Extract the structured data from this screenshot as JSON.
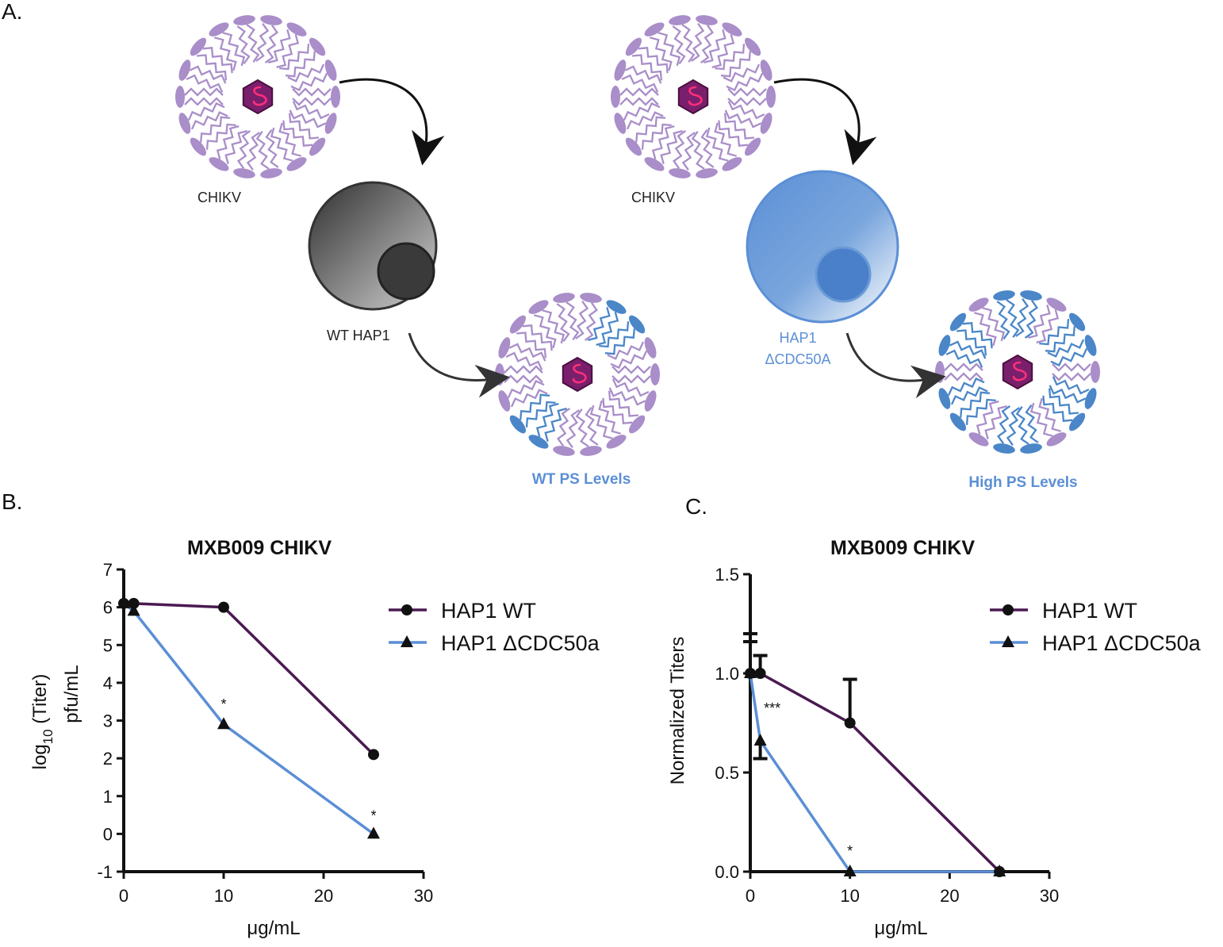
{
  "panels": {
    "a": "A.",
    "b": "B.",
    "c": "C."
  },
  "diagram": {
    "virus_label_left": "CHIKV",
    "virus_label_right": "CHIKV",
    "cell_left_label": "WT HAP1",
    "cell_right_label_line1": "HAP1",
    "cell_right_label_line2": "ΔCDC50A",
    "ps_left_label": "WT PS Levels",
    "ps_right_label": "High PS Levels",
    "colors": {
      "lipid_purple": "#a98ec9",
      "lipid_blue": "#4a86c8",
      "capsid": "#7a1f6b",
      "genome": "#ff2f7a",
      "wt_cell": "#555555",
      "ko_cell": "#6b9bd6"
    }
  },
  "chart_data": [
    {
      "type": "line",
      "title": "MXB009 CHIKV",
      "xlabel": "μg/mL",
      "ylabel_line1_base": "log",
      "ylabel_line1_sub": "10",
      "ylabel_line1_rest": " (Titer)",
      "ylabel_line2": "pfu/mL",
      "xlim": [
        0,
        30
      ],
      "ylim": [
        -1,
        7
      ],
      "xticks": [
        "0",
        "10",
        "20",
        "30"
      ],
      "yticks": [
        "-1",
        "0",
        "1",
        "2",
        "3",
        "4",
        "5",
        "6",
        "7"
      ],
      "series": [
        {
          "name": "HAP1 WT",
          "color": "#4b1a52",
          "marker": "circle",
          "x": [
            0,
            1,
            10,
            25
          ],
          "y": [
            6.1,
            6.1,
            6.0,
            2.1
          ]
        },
        {
          "name": "HAP1 ΔCDC50a",
          "color": "#5b8fd6",
          "marker": "triangle",
          "x": [
            0,
            1,
            10,
            25
          ],
          "y": [
            6.1,
            5.9,
            2.9,
            0.0
          ]
        }
      ],
      "annotations": [
        {
          "text": "*",
          "x": 10,
          "y": 3.3
        },
        {
          "text": "*",
          "x": 25,
          "y": 0.35
        }
      ]
    },
    {
      "type": "line",
      "title": "MXB009 CHIKV",
      "xlabel": "μg/mL",
      "ylabel": "Normalized Titers",
      "xlim": [
        0,
        30
      ],
      "ylim": [
        0,
        1.5
      ],
      "xticks": [
        "0",
        "10",
        "20",
        "30"
      ],
      "yticks": [
        "0.0",
        "0.5",
        "1.0",
        "1.5"
      ],
      "series": [
        {
          "name": "HAP1 WT",
          "color": "#4b1a52",
          "marker": "circle",
          "x": [
            0,
            1,
            10,
            25
          ],
          "y": [
            1.0,
            1.0,
            0.75,
            0.0
          ],
          "err": [
            0.2,
            0.09,
            0.22,
            0.0
          ]
        },
        {
          "name": "HAP1 ΔCDC50a",
          "color": "#5b8fd6",
          "marker": "triangle",
          "x": [
            0,
            1,
            10,
            25
          ],
          "y": [
            1.0,
            0.66,
            0.0,
            0.0
          ],
          "err": [
            0.16,
            0.09,
            0.0,
            0.0
          ]
        }
      ],
      "annotations": [
        {
          "text": "***",
          "x": 2.2,
          "y": 0.8
        },
        {
          "text": "*",
          "x": 10,
          "y": 0.08
        }
      ]
    }
  ]
}
